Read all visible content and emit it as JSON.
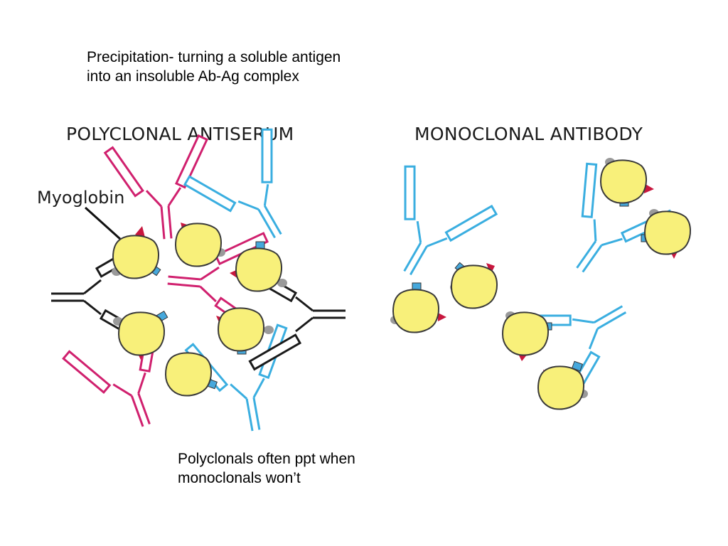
{
  "captions": {
    "top": "Precipitation- turning a soluble antigen into an insoluble Ab-Ag complex",
    "bottom": "Polyclonals often ppt when monoclonals won’t"
  },
  "panels": {
    "polyclonal_title": "POLYCLONAL ANTISERUM",
    "monoclonal_title": "MONOCLONAL ANTIBODY"
  },
  "labels": {
    "antigen": "Myoglobin"
  },
  "colors": {
    "antigen_fill": "#f8f07a",
    "antigen_stroke": "#3a3a3a",
    "epitope_red": "#c8173e",
    "epitope_blue": "#46a8dc",
    "epitope_gray": "#9a9a9a",
    "antibody_pink": "#d0206e",
    "antibody_blue": "#3aaee0",
    "antibody_black": "#1a1a1a"
  }
}
